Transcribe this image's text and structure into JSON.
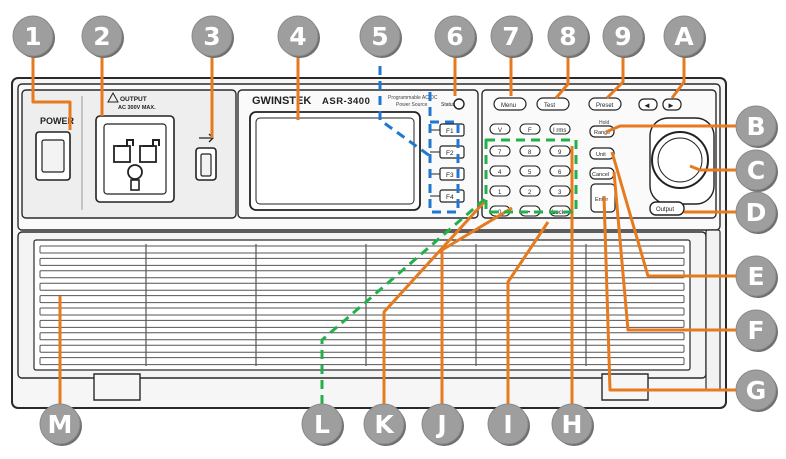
{
  "brand": "GWINSTEK",
  "model": "ASR-3400",
  "subtitle": [
    "Programmable AC/DC",
    "Power Source"
  ],
  "power_label": "POWER",
  "outlet_label": [
    "OUTPUT",
    "AC 300V MAX."
  ],
  "status_label": "Status",
  "function_keys": [
    "F1",
    "F2",
    "F3",
    "F4"
  ],
  "top_buttons": [
    "Menu",
    "Test",
    "Preset"
  ],
  "arrow_glyphs": [
    "◄",
    "►"
  ],
  "side_buttons": {
    "range": "Range",
    "unit": "Unit",
    "cancel": "Cancel",
    "enter": "Enter",
    "output": "Output"
  },
  "side_labels": {
    "range": "Hold"
  },
  "keypad": {
    "top_row": [
      "V",
      "F",
      "I rms"
    ],
    "rows": [
      [
        "7",
        "8",
        "9"
      ],
      [
        "4",
        "5",
        "6"
      ],
      [
        "1",
        "2",
        "3"
      ],
      [
        "0",
        "•",
        "Lock"
      ]
    ]
  },
  "callouts": [
    "1",
    "2",
    "3",
    "4",
    "5",
    "6",
    "7",
    "8",
    "9",
    "A",
    "B",
    "C",
    "D",
    "E",
    "F",
    "G",
    "H",
    "I",
    "J",
    "K",
    "L",
    "M"
  ],
  "colors": {
    "callout_fill": "#9e9e9e",
    "leader_orange": "#e57a1f",
    "leader_blue": "#1f77d0",
    "leader_green": "#22b04b",
    "panel_face": "#f4f4f4",
    "outline": "#2a2a2a"
  },
  "icons": [
    "power-switch-icon",
    "universal-outlet-icon",
    "usb-icon",
    "rotary-knob-icon",
    "left-arrow-icon",
    "right-arrow-icon"
  ]
}
